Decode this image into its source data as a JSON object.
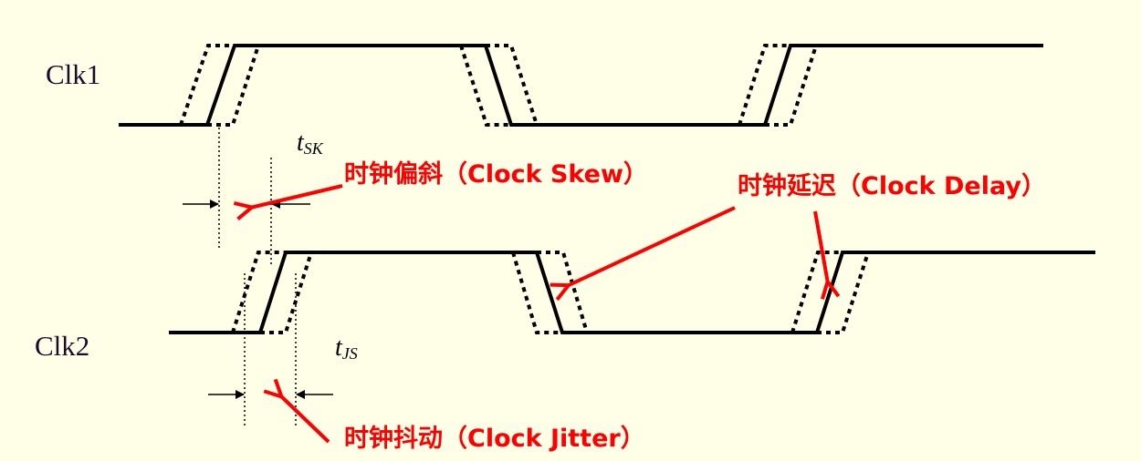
{
  "signals": {
    "clk1": "Clk1",
    "clk2": "Clk2"
  },
  "params": {
    "skew_t": "t",
    "skew_sub": "SK",
    "jitter_t": "t",
    "jitter_sub": "JS"
  },
  "labels": {
    "skew": "时钟偏斜（Clock Skew）",
    "delay": "时钟延迟（Clock Delay）",
    "jitter": "时钟抖动（Clock Jitter）"
  },
  "colors": {
    "background": "#FFFFE8",
    "annotation": "#FF0000",
    "signal": "#000000"
  }
}
